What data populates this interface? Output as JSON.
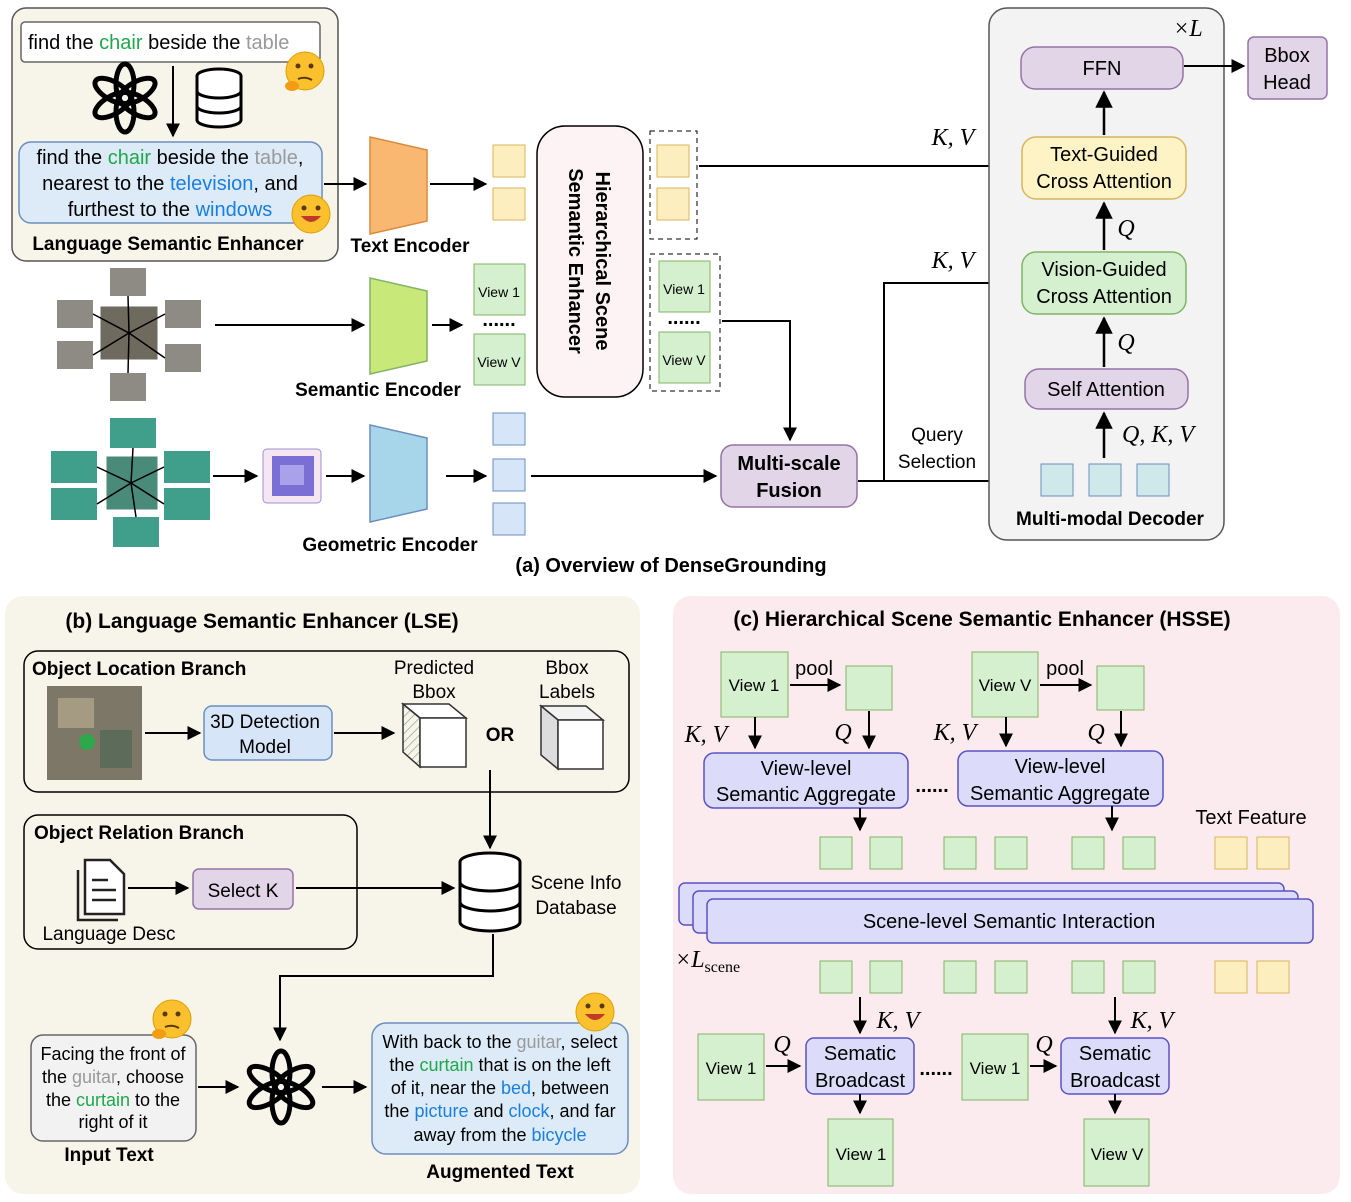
{
  "figure": {
    "caption_a": "(a) Overview of DenseGrounding",
    "caption_b": "(b) Language Semantic Enhancer (LSE)",
    "caption_c": "(c) Hierarchical Scene Semantic Enhancer (HSSE)"
  },
  "colors": {
    "yellow_fill": "#fdeebf",
    "yellow_stroke": "#d9b65b",
    "green_fill": "#d5f0cf",
    "green_stroke": "#82b366",
    "blue_fill": "#d6e5f7",
    "blue_stroke": "#6c8ebf",
    "purple_fill": "#e1d5e7",
    "purple_stroke": "#9673a6",
    "violet_fill": "#dcdcfa",
    "violet_stroke": "#5a53c4",
    "orange_encoder": "#f9b872",
    "green_encoder": "#c8e97a",
    "blue_encoder": "#a7d6ea",
    "panel_lse": "#f7f4e9",
    "panel_hsse": "#fcebee",
    "decoder_panel": "#f3f3f3",
    "hsse_box": "#fdf2f4"
  },
  "overview": {
    "lse": {
      "query": {
        "pre": "find the ",
        "obj": "chair",
        "mid": " beside the ",
        "anchor": "table"
      },
      "augmented": {
        "l1_pre": "find the ",
        "l1_obj": "chair",
        "l1_mid": " beside the ",
        "l1_anchor": "table",
        "l1_post": ",",
        "l2_pre": "nearest to the ",
        "l2_obj": "television",
        "l2_post": ", and",
        "l3_pre": "furthest to the ",
        "l3_obj": "windows"
      },
      "label": "Language Semantic Enhancer"
    },
    "text_encoder": "Text Encoder",
    "semantic_encoder": "Semantic Encoder",
    "geometric_encoder": "Geometric Encoder",
    "views": {
      "first": "View 1",
      "last": "View V"
    },
    "hsse": {
      "line1": "Hierarchical Scene",
      "line2": "Semantic Enhancer"
    },
    "fusion": {
      "line1": "Multi-scale",
      "line2": "Fusion"
    },
    "query_selection": {
      "line1": "Query",
      "line2": "Selection"
    },
    "kv": "K, V",
    "q": "Q",
    "qkv": "Q, K, V",
    "times_l": "×L",
    "decoder": {
      "ffn": "FFN",
      "text_attn": {
        "line1": "Text-Guided",
        "line2": "Cross Attention"
      },
      "vision_attn": {
        "line1": "Vision-Guided",
        "line2": "Cross Attention"
      },
      "self_attn": "Self Attention",
      "label": "Multi-modal Decoder"
    },
    "bbox_head": {
      "line1": "Bbox",
      "line2": "Head"
    }
  },
  "lse_detail": {
    "location_branch": "Object Location Branch",
    "detection_model": {
      "line1": "3D Detection",
      "line2": "Model"
    },
    "predicted_bbox": {
      "line1": "Predicted",
      "line2": "Bbox"
    },
    "or": "OR",
    "bbox_labels": {
      "line1": "Bbox",
      "line2": "Labels"
    },
    "relation_branch": "Object Relation Branch",
    "select_k": "Select K",
    "language_desc": "Language Desc",
    "scene_db": {
      "line1": "Scene Info",
      "line2": "Database"
    },
    "input_text": {
      "l1": "Facing the front of",
      "l2_pre": "the ",
      "l2_anchor": "guitar",
      "l2_post": ", choose",
      "l3_pre": "the ",
      "l3_obj": "curtain",
      "l3_post": " to the",
      "l4": "right of it",
      "label": "Input Text"
    },
    "augmented_text": {
      "l1_pre": "With back to the ",
      "l1_anchor": "guitar",
      "l1_post": ", select",
      "l2_pre": "the ",
      "l2_obj": "curtain",
      "l2_post": " that is on the left",
      "l3_pre": "of it, near the ",
      "l3_obj": "bed",
      "l3_post": ", between",
      "l4_pre": "the ",
      "l4_obj1": "picture",
      "l4_mid": " and ",
      "l4_obj2": "clock",
      "l4_post": ", and far",
      "l5_pre": "away from the ",
      "l5_obj": "bicycle",
      "label": "Augmented Text"
    }
  },
  "hsse_detail": {
    "view1": "View 1",
    "viewV": "View V",
    "pool": "pool",
    "kv": "K, V",
    "q": "Q",
    "aggregate": {
      "line1": "View-level",
      "line2": "Semantic Aggregate"
    },
    "text_feature": "Text Feature",
    "scene_interaction": "Scene-level Semantic Interaction",
    "times_lscene": {
      "main": "×L",
      "sub": "scene"
    },
    "broadcast": {
      "line1": "Sematic",
      "line2": "Broadcast"
    }
  }
}
